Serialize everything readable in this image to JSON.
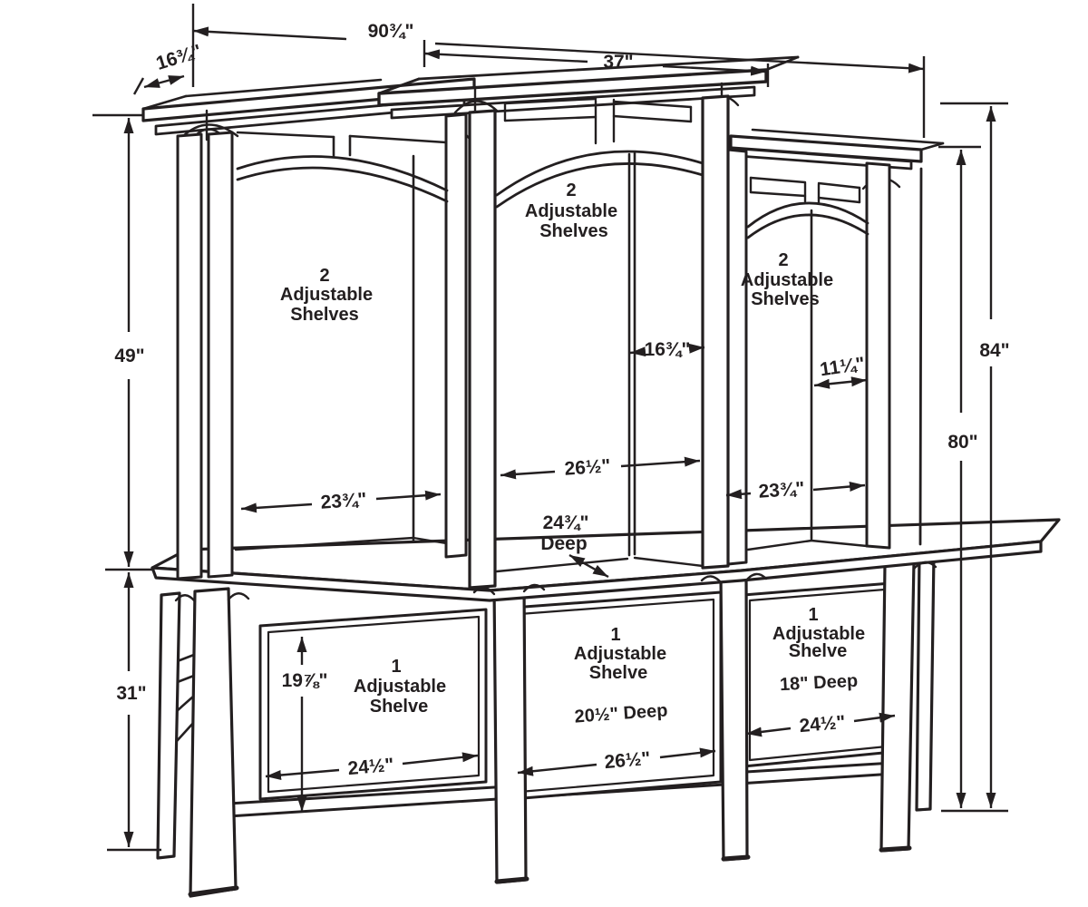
{
  "colors": {
    "line": "#231f20",
    "background": "#ffffff"
  },
  "upper_sections": {
    "left": {
      "count": "2",
      "line1": "Adjustable",
      "line2": "Shelves"
    },
    "center": {
      "count": "2",
      "line1": "Adjustable",
      "line2": "Shelves"
    },
    "right": {
      "count": "2",
      "line1": "Adjustable",
      "line2": "Shelves"
    }
  },
  "base_sections": {
    "left": {
      "count": "1",
      "line1": "Adjustable",
      "line2": "Shelve"
    },
    "center": {
      "count": "1",
      "line1": "Adjustable",
      "line2": "Shelve",
      "depth": "20½\" Deep"
    },
    "right": {
      "count": "1",
      "line1": "Adjustable",
      "line2": "Shelve",
      "depth": "18\" Deep"
    }
  },
  "dimensions": {
    "overall_width": "90¾\"",
    "left_depth": "16¾\"",
    "center_top_width": "37\"",
    "overall_height": "84\"",
    "side_height": "80\"",
    "hutch_height": "49\"",
    "base_height": "31\"",
    "center_side_depth": "16¾\"",
    "right_side_depth": "11¼\"",
    "center_opening_width": "26½\"",
    "left_opening_width": "23¾\"",
    "right_opening_width": "23¾\"",
    "center_depth": "24¾\"",
    "center_depth_word": "Deep",
    "left_panel_height": "19⅞\"",
    "left_base_width": "24½\"",
    "center_base_width": "26½\"",
    "right_base_width": "24½\""
  }
}
